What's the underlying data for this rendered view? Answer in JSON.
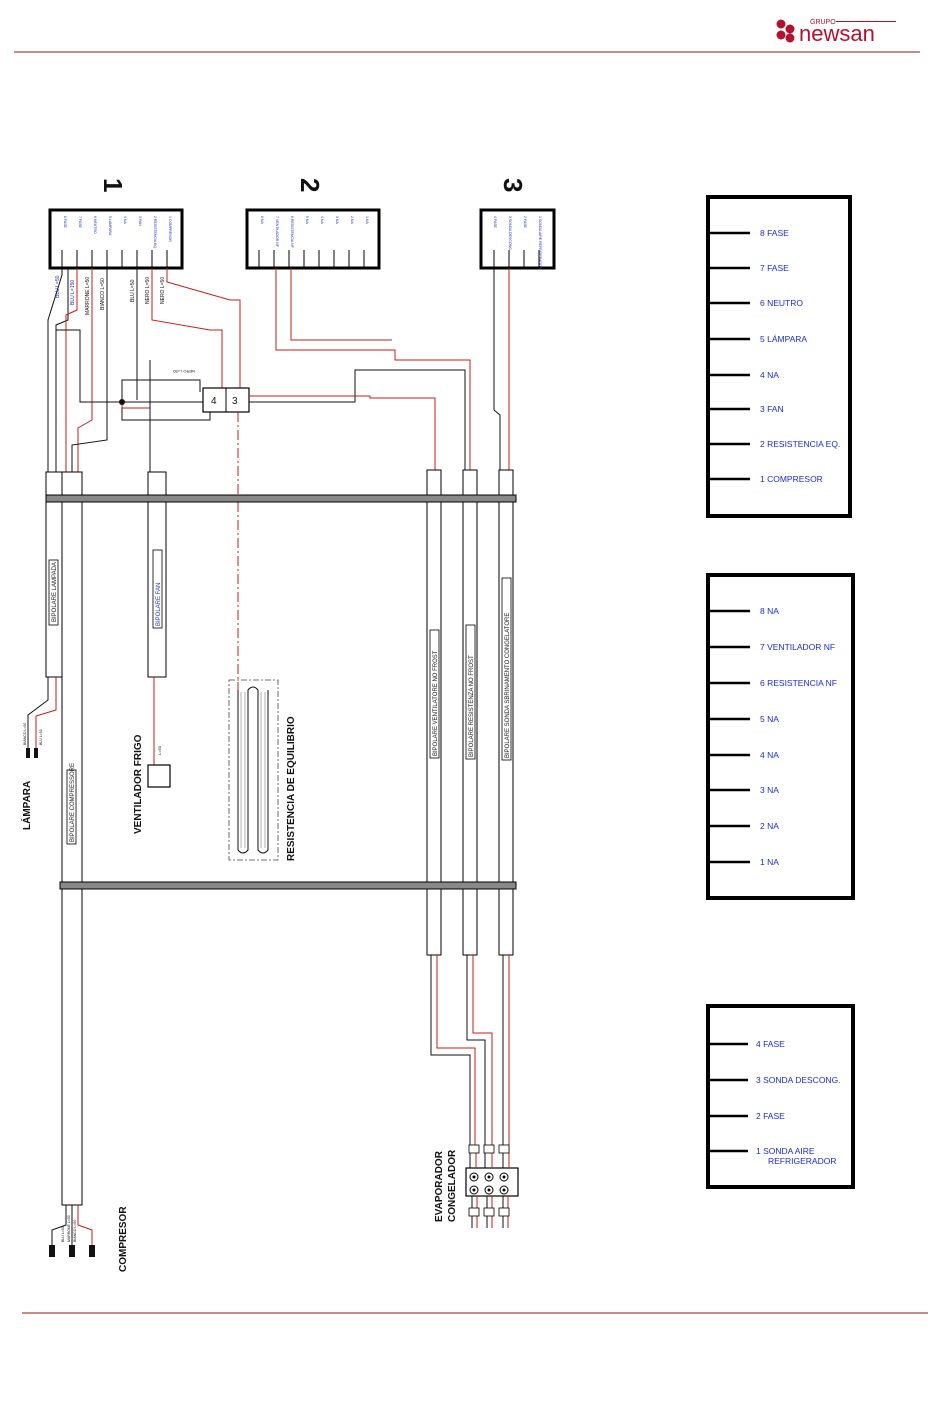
{
  "logo": {
    "top": "GRUPO",
    "name": "newsan",
    "color": "#b3122e"
  },
  "connectors": {
    "c1": {
      "number": "1",
      "pins": [
        "8 FASE",
        "7 FASE",
        "6 NEUTRO",
        "5 LAMPARA",
        "4 NA",
        "3 FAN",
        "2 RESISTENCIA EQ",
        "1 COMPRESOR"
      ]
    },
    "c2": {
      "number": "2",
      "pins": [
        "8 NA",
        "7 VENTILADOR NF",
        "6 RESISTENCIA NF",
        "5 NA",
        "4 NA",
        "3 NA",
        "2 NA",
        "1 NA"
      ]
    },
    "c3": {
      "number": "3",
      "pins": [
        "4 FASE",
        "3 SONDA DESCONG.",
        "2 FASE",
        "1 SONDA AIRE REFRIGERADOR"
      ]
    }
  },
  "wire_labels": {
    "blu1": "BLU L=50",
    "blu2": "BLU L=150",
    "marrone": "MARRONE L=50",
    "bianco": "BIANCO L=50",
    "blu3": "BLU L=50",
    "nero1": "NERO L=50",
    "nero2": "NERO L=50",
    "nero_top": "NERO L=50",
    "lampara_wire1": "BIANCO L=50",
    "lampara_wire2": "BLU L=50",
    "fan_wire": "L=50",
    "comp_wire1": "BLU L=50",
    "comp_wire2": "MARRONE L=50",
    "comp_wire3": "BIANCO L=50"
  },
  "terminal_block": {
    "left": "4",
    "right": "3"
  },
  "cable_labels": {
    "lampada": "BIPOLARE LAMPADA",
    "fan": "BIPOLARE FAN",
    "compressore": "BIPOLARE COMPRESSORE",
    "ventilatore": "BIPOLARE VENTILATORE NO FROST",
    "resistenza": "BIPOLARE RESISTENZA NO FROST",
    "sonda": "BIPOLARE SONDA SBRINAMENTO CONGELATORE"
  },
  "components": {
    "lampara": "LÁMPARA",
    "ventilador": "VENTILADOR FRIGO",
    "resistencia": "RESISTENCIA DE EQUILIBRIO",
    "compresor": "COMPRESOR",
    "evaporador": "EVAPORADOR",
    "congelador": "CONGELADOR"
  },
  "legends": {
    "legend1": [
      "8  FASE",
      "7  FASE",
      "6  NEUTRO",
      "5 LÁMPARA",
      "4 NA",
      "3 FAN",
      "2 RESISTENCIA EQ.",
      "1 COMPRESOR"
    ],
    "legend2": [
      "8   NA",
      "7  VENTILADOR NF",
      "6  RESISTENCIA NF",
      "5   NA",
      "4   NA",
      "3   NA",
      "2   NA",
      "1   NA"
    ],
    "legend3": [
      "4    FASE",
      "3 SONDA DESCONG.",
      "2    FASE",
      "1   SONDA AIRE",
      "REFRIGERADOR"
    ]
  },
  "colors": {
    "wire_red": "#c0201a",
    "wire_black": "#111111",
    "text_blue": "#1a2fc2",
    "rule": "#8b1a1a"
  }
}
